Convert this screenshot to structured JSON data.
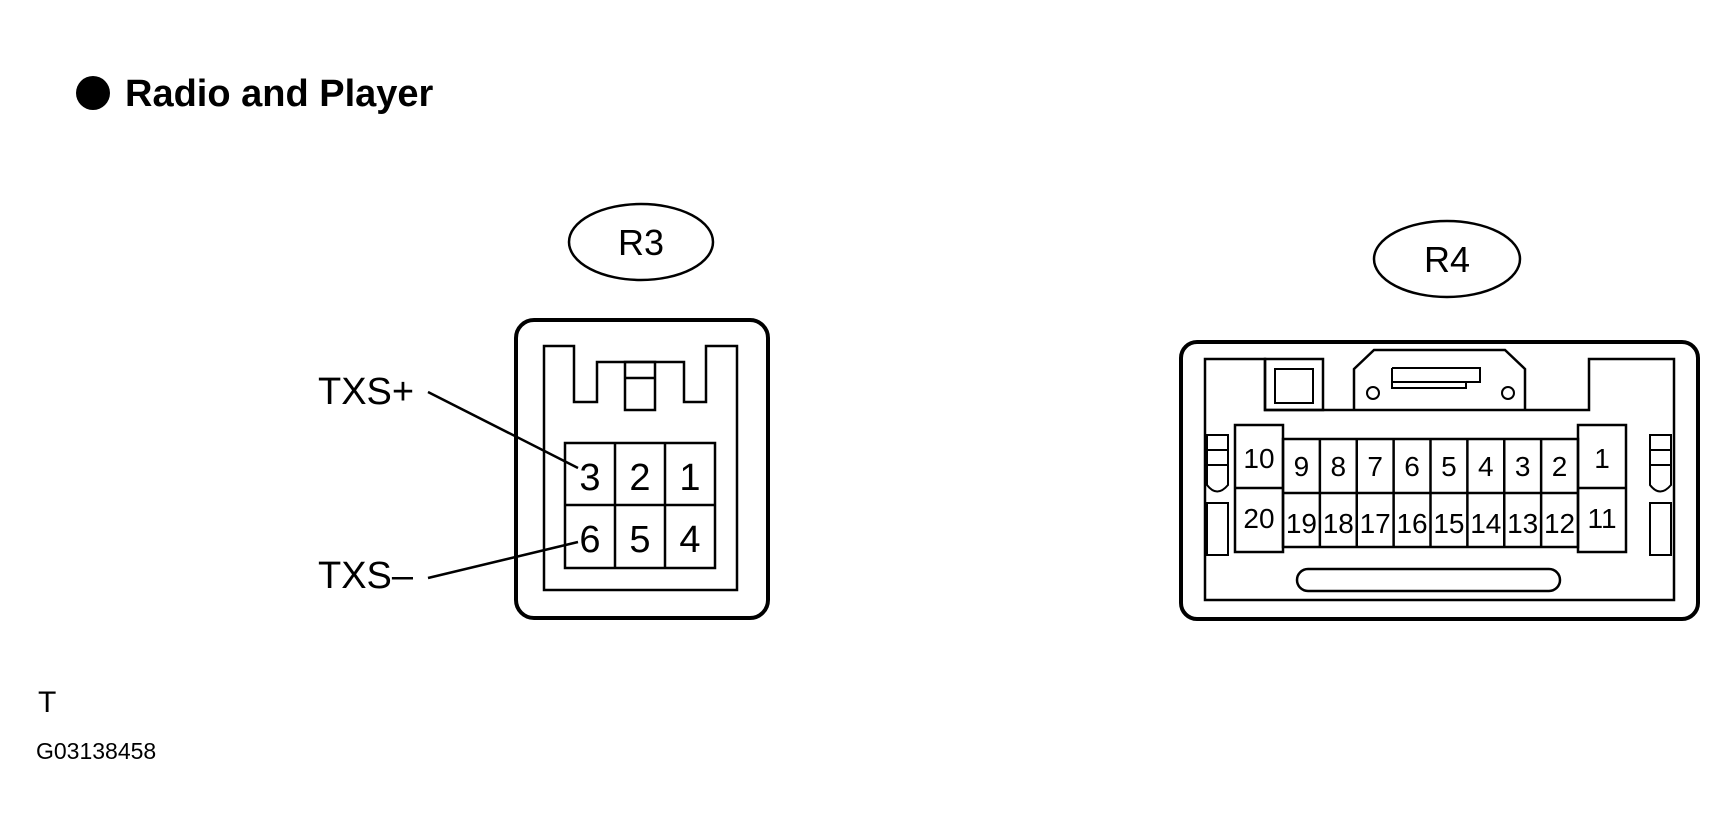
{
  "header": {
    "bullet_icon": "filled-circle-icon",
    "title": "Radio and Player"
  },
  "connectors": {
    "r3": {
      "label": "R3",
      "pins_top": [
        "3",
        "2",
        "1"
      ],
      "pins_bottom": [
        "6",
        "5",
        "4"
      ],
      "callouts": {
        "plus": "TXS+",
        "minus": "TXS–"
      }
    },
    "r4": {
      "label": "R4",
      "pin_left_top": "10",
      "pin_left_bottom": "20",
      "pins_top": [
        "9",
        "8",
        "7",
        "6",
        "5",
        "4",
        "3",
        "2"
      ],
      "pins_bottom": [
        "19",
        "18",
        "17",
        "16",
        "15",
        "14",
        "13",
        "12"
      ],
      "pin_right_top": "1",
      "pin_right_bottom": "11"
    }
  },
  "footer": {
    "mark": "T",
    "code": "G03138458"
  }
}
